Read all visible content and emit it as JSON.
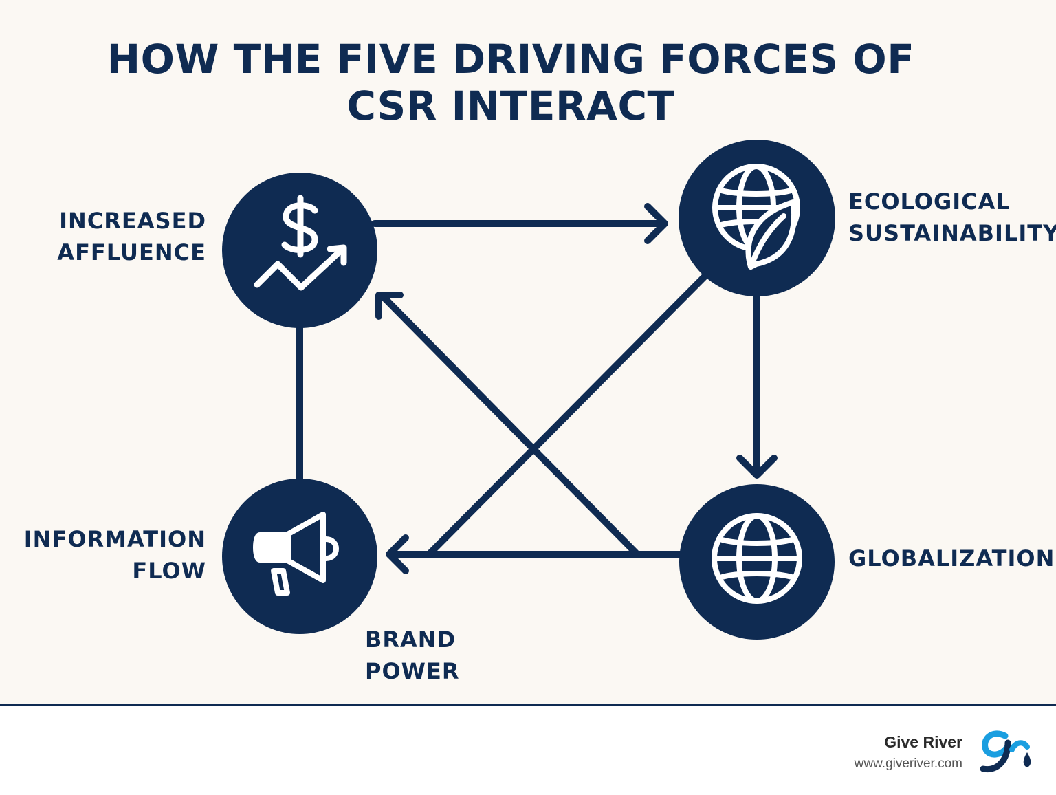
{
  "title": "HOW THE FIVE DRIVING FORCES OF CSR INTERACT",
  "nodes": {
    "affluence": {
      "line1": "INCREASED",
      "line2": "AFFLUENCE",
      "icon": "dollar-growth-icon"
    },
    "ecology": {
      "line1": "ECOLOGICAL",
      "line2": "SUSTAINABILITY",
      "icon": "globe-leaf-icon"
    },
    "information": {
      "line1": "INFORMATION",
      "line2": "FLOW",
      "icon": "megaphone-icon"
    },
    "globalization": {
      "line1": "GLOBALIZATION",
      "icon": "globe-icon"
    },
    "brand": {
      "line1": "BRAND",
      "line2": "POWER"
    }
  },
  "footer": {
    "brand_name": "Give River",
    "brand_url": "www.giveriver.com",
    "logo": "give-river-logo"
  },
  "colors": {
    "primary": "#0f2b52",
    "background": "#fbf8f3",
    "logo_blue": "#1a9ee0"
  }
}
